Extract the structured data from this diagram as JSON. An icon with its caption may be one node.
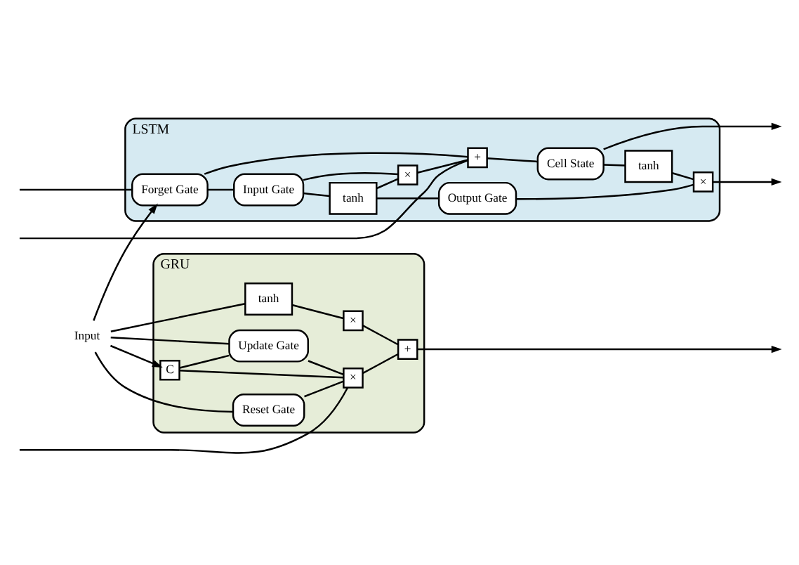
{
  "diagram": {
    "nodes": [
      {
        "text": [
          "LSTM"
        ]
      },
      {
        "text": [
          "Forget Gate"
        ],
        "in": 0
      },
      {
        "text": [
          "Input Gate"
        ],
        "in": 0
      },
      {
        "text": [
          "+"
        ],
        "in": 0
      },
      {
        "text": [
          "×"
        ],
        "in": 0
      },
      {
        "text": [
          "tanh"
        ],
        "in": 0
      },
      {
        "text": [
          "Cell State"
        ],
        "in": 0
      },
      {
        "text": [
          "tanh"
        ],
        "in": 0
      },
      {
        "text": [
          "×"
        ],
        "in": 0
      },
      {
        "text": [
          "Output Gate"
        ],
        "in": 0
      },
      {
        "text": [
          "Input"
        ]
      },
      {
        "text": [
          "GRU"
        ]
      },
      {
        "text": [
          "C"
        ],
        "in": 11
      },
      {
        "text": [
          "Reset Gate"
        ],
        "in": 11
      },
      {
        "text": [
          "Update Gate"
        ],
        "in": 11
      },
      {
        "text": [
          "tanh"
        ],
        "in": 11
      },
      {
        "text": [
          "×"
        ],
        "in": 11
      },
      {
        "text": [
          "×"
        ],
        "in": 11
      },
      {
        "text": [
          "+"
        ],
        "in": 11
      }
    ],
    "edges": [
      {
        "from": null,
        "to": 3,
        "arrow": "none"
      },
      {
        "from": 1,
        "to": 3,
        "arrow": "none"
      },
      {
        "from": 4,
        "to": 3,
        "arrow": "none"
      },
      {
        "from": 3,
        "to": 6,
        "arrow": "none"
      },
      {
        "from": 6,
        "to": null,
        "arrow": "to"
      },
      {
        "from": 2,
        "to": 4,
        "arrow": "none"
      },
      {
        "from": 5,
        "to": 4,
        "arrow": "none"
      },
      {
        "from": 6,
        "to": 7,
        "arrow": "none"
      },
      {
        "from": 7,
        "to": 8,
        "arrow": "none"
      },
      {
        "from": 9,
        "to": 8,
        "arrow": "none"
      },
      {
        "from": 8,
        "to": null,
        "arrow": "to"
      },
      {
        "from": null,
        "to": 1,
        "arrow": "none"
      },
      {
        "from": 10,
        "to": 1,
        "arrow": "to"
      },
      {
        "from": 1,
        "to": 2,
        "arrow": "none"
      },
      {
        "from": 2,
        "to": 5,
        "arrow": "none"
      },
      {
        "from": 5,
        "to": 9,
        "arrow": "none"
      },
      {
        "from": 10,
        "to": 12,
        "arrow": "to"
      },
      {
        "from": 10,
        "to": 13,
        "arrow": "none"
      },
      {
        "from": 10,
        "to": 14,
        "arrow": "none"
      },
      {
        "from": 10,
        "to": 15,
        "arrow": "none"
      },
      {
        "from": 12,
        "to": 14,
        "arrow": "none"
      },
      {
        "from": null,
        "to": 17,
        "arrow": "none"
      },
      {
        "from": 12,
        "to": 17,
        "arrow": "none"
      },
      {
        "from": 13,
        "to": 17,
        "arrow": "none"
      },
      {
        "from": 14,
        "to": 17,
        "arrow": "none"
      },
      {
        "from": 15,
        "to": 16,
        "arrow": "none"
      },
      {
        "from": 16,
        "to": 18,
        "arrow": "none"
      },
      {
        "from": 17,
        "to": 18,
        "arrow": "none"
      },
      {
        "from": 18,
        "to": null,
        "arrow": "to"
      }
    ]
  }
}
